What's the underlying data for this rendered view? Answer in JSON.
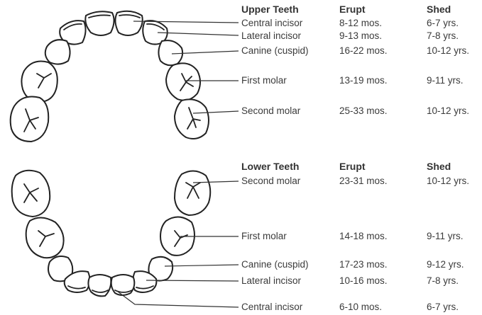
{
  "upper": {
    "headers": {
      "name": "Upper Teeth",
      "erupt": "Erupt",
      "shed": "Shed"
    },
    "rows": [
      {
        "name": "Central incisor",
        "erupt": "8-12 mos.",
        "shed": "6-7 yrs."
      },
      {
        "name": "Lateral incisor",
        "erupt": "9-13 mos.",
        "shed": "7-8 yrs."
      },
      {
        "name": "Canine (cuspid)",
        "erupt": "16-22 mos.",
        "shed": "10-12 yrs."
      },
      {
        "name": "First molar",
        "erupt": "13-19 mos.",
        "shed": "9-11 yrs."
      },
      {
        "name": "Second molar",
        "erupt": "25-33 mos.",
        "shed": "10-12 yrs."
      }
    ]
  },
  "lower": {
    "headers": {
      "name": "Lower Teeth",
      "erupt": "Erupt",
      "shed": "Shed"
    },
    "rows": [
      {
        "name": "Second molar",
        "erupt": "23-31 mos.",
        "shed": "10-12 yrs."
      },
      {
        "name": "First molar",
        "erupt": "14-18 mos.",
        "shed": "9-11 yrs."
      },
      {
        "name": "Canine (cuspid)",
        "erupt": "17-23 mos.",
        "shed": "9-12 yrs."
      },
      {
        "name": "Lateral incisor",
        "erupt": "10-16 mos.",
        "shed": "7-8 yrs."
      },
      {
        "name": "Central incisor",
        "erupt": "6-10 mos.",
        "shed": "6-7 yrs."
      }
    ]
  }
}
